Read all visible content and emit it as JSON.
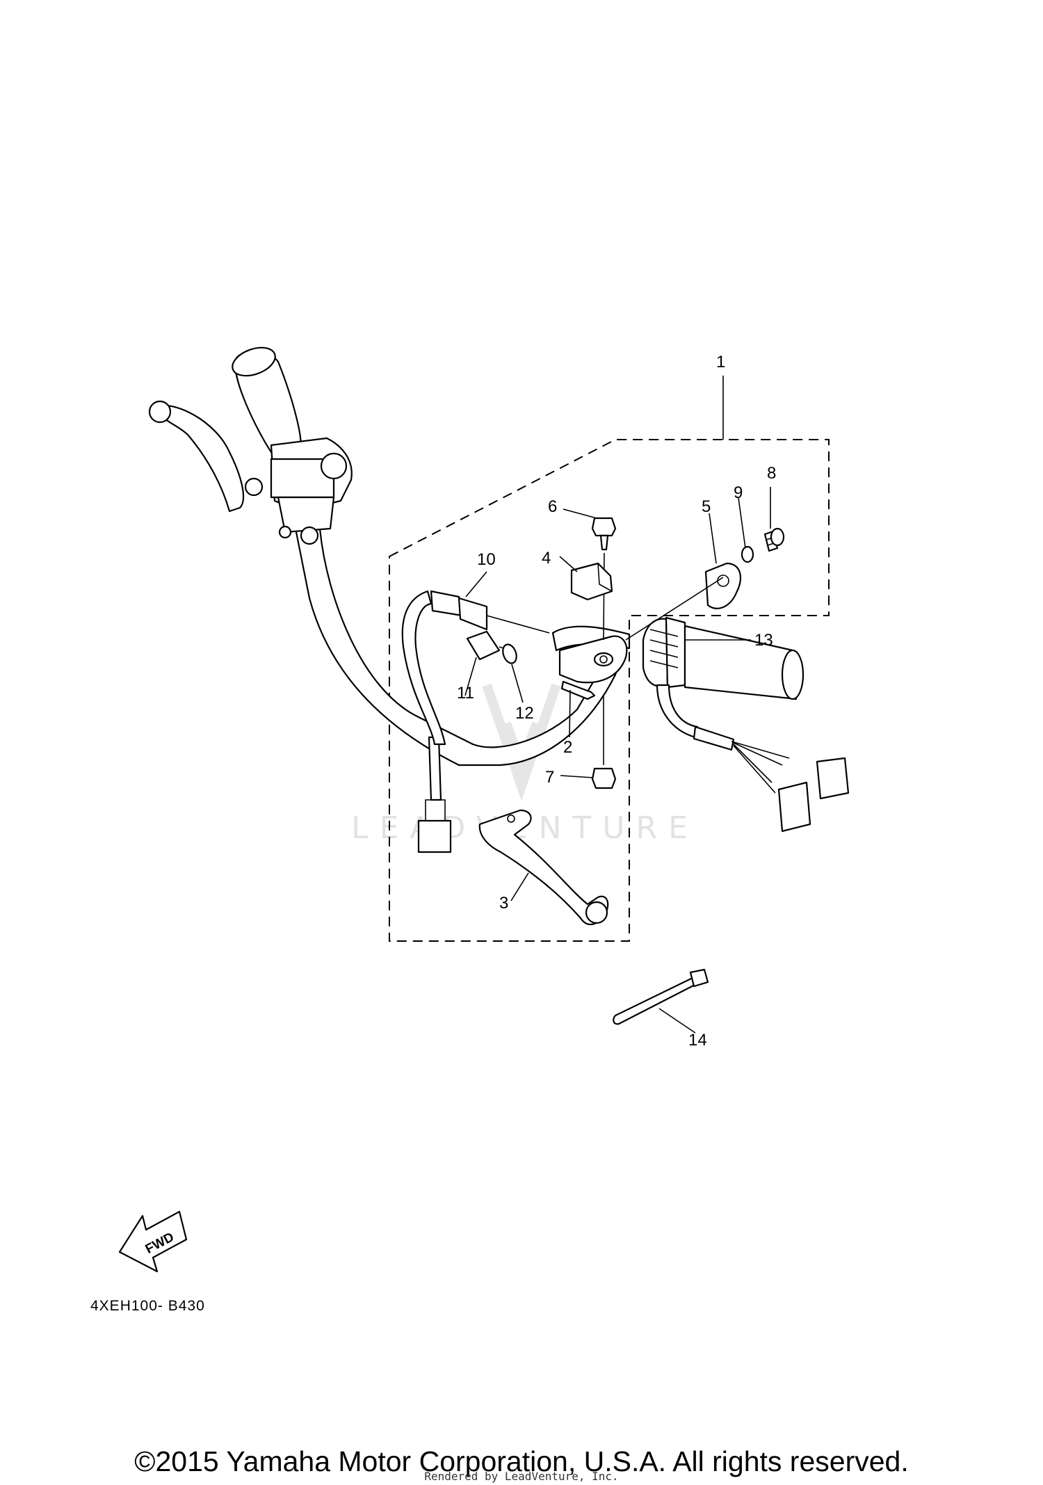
{
  "callouts": [
    "1",
    "2",
    "3",
    "4",
    "5",
    "6",
    "7",
    "8",
    "9",
    "10",
    "11",
    "12",
    "13",
    "14"
  ],
  "fwd_label": "FWD",
  "watermark": "LEADVENTURE",
  "diagram_code": "4XEH100- B430",
  "copyright": "©2015 Yamaha Motor Corporation, U.S.A. All rights reserved.",
  "rendered_by": "Rendered by LeadVenture, Inc."
}
